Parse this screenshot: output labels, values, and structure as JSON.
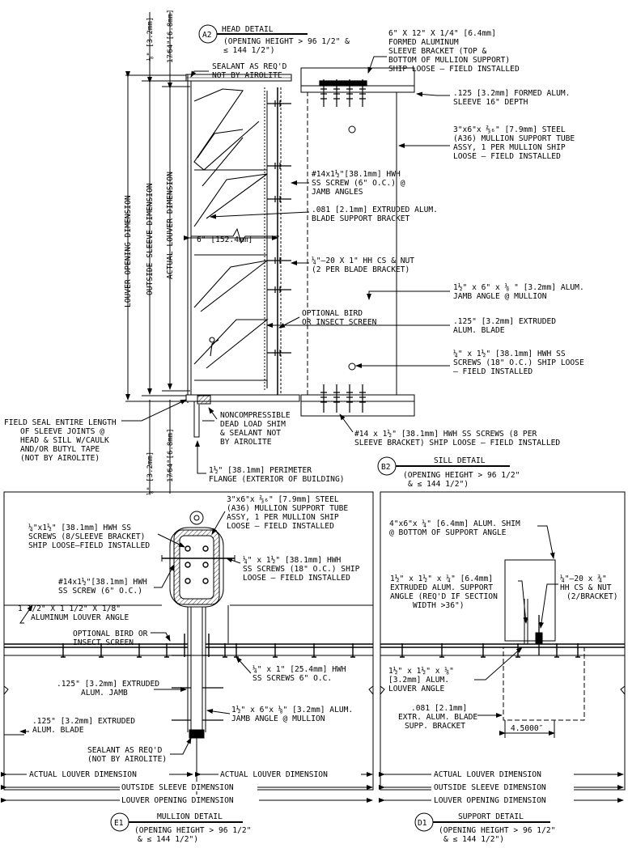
{
  "head_detail": {
    "bubble": "A2",
    "title": "HEAD DETAIL",
    "sub": [
      "(OPENING HEIGHT > 96 1/2\" &",
      "≤ 144 1/2\")"
    ]
  },
  "sill_detail": {
    "bubble": "B2",
    "title": "SILL DETAIL",
    "sub": [
      "(OPENING HEIGHT > 96 1/2\"",
      "& ≤ 144 1/2\")"
    ]
  },
  "mullion_detail": {
    "bubble": "E1",
    "title": "MULLION DETAIL",
    "sub": [
      "(OPENING HEIGHT > 96 1/2\"",
      "& ≤ 144 1/2\")"
    ]
  },
  "support_detail": {
    "bubble": "D1",
    "title": "SUPPORT DETAIL",
    "sub": [
      "(OPENING HEIGHT > 96 1/2\"",
      "& ≤ 144 1/2\")"
    ]
  },
  "vertical_dims": {
    "top_eighth": "⅛\" [3.2mm]",
    "top_17_64": "17⁄64\"[6.8mm]",
    "louver_opening": "LOUVER OPENING DIMENSION",
    "outside_sleeve": "OUTSIDE SLEEVE DIMENSION",
    "actual_louver": "ACTUAL LOUVER DIMENSION",
    "bot_eighth": "⅛\" [3.2mm]",
    "bot_17_64": "17⁄64\"[6.8mm]",
    "six_inch": "6\" [152.4mm]"
  },
  "head_notes": {
    "sleeve_bracket": [
      "6\" X 12\" X 1/4\" [6.4mm]",
      "FORMED ALUMINUM",
      "SLEEVE BRACKET (TOP &",
      "BOTTOM OF MULLION SUPPORT)",
      "SHIP LOOSE – FIELD INSTALLED"
    ],
    "sealant": [
      "SEALANT AS REQ'D",
      "NOT BY AIROLITE"
    ],
    "formed_sleeve": [
      ".125 [3.2mm] FORMED ALUM.",
      "SLEEVE 16\" DEPTH"
    ],
    "support_tube": [
      "3\"x6\"x ⅔₆\" [7.9mm] STEEL",
      "(A36) MULLION SUPPORT TUBE",
      "ASSY, 1 PER MULLION SHIP",
      "LOOSE – FIELD INSTALLED"
    ],
    "hwh_screw": [
      "#14x1½\"[38.1mm] HWH",
      "SS SCREW (6\" O.C.) @",
      "JAMB ANGLES"
    ],
    "blade_bracket": [
      ".081 [2.1mm] EXTRUDED ALUM.",
      "BLADE SUPPORT BRACKET"
    ],
    "hh_cs_nut": [
      "¼\"–20 X 1\" HH CS & NUT",
      "(2 PER BLADE BRACKET)"
    ],
    "jamb_angle": [
      "1½\" x 6\" x ⅛ \" [3.2mm] ALUM.",
      "JAMB ANGLE @ MULLION"
    ],
    "blade": [
      ".125\" [3.2mm] EXTRUDED",
      "ALUM. BLADE"
    ],
    "bird_screen": [
      "OPTIONAL BIRD",
      "OR INSECT SCREEN"
    ],
    "ss_screws": [
      "¼\" x 1½\" [38.1mm] HWH SS",
      "SCREWS (18\" O.C.) SHIP LOOSE",
      "– FIELD INSTALLED"
    ]
  },
  "sill_notes": {
    "field_seal": [
      "FIELD SEAL ENTIRE LENGTH",
      "OF SLEEVE JOINTS @",
      "HEAD & SILL W/CAULK",
      "AND/OR BUTYL TAPE",
      "(NOT BY AIROLITE)"
    ],
    "shim": [
      "NONCOMPRESSIBLE",
      "DEAD LOAD SHIM",
      "& SEALANT NOT",
      "BY AIROLITE"
    ],
    "flange": "1½\" [38.1mm] PERIMETER",
    "flange2": "FLANGE (EXTERIOR OF BUILDING)",
    "sleeve_screws": [
      "#14 x 1½\" [38.1mm] HWH SS SCREWS (8 PER",
      "SLEEVE BRACKET) SHIP LOOSE – FIELD INSTALLED"
    ]
  },
  "mullion_notes": {
    "support_tube": [
      "3\"x6\"x ⅔₆\" [7.9mm] STEEL",
      "(A36) MULLION SUPPORT TUBE",
      "ASSY, 1 PER MULLION SHIP",
      "LOOSE – FIELD INSTALLED"
    ],
    "hwh_ss": [
      "¼\"x1½\" [38.1mm] HWH SS",
      "SCREWS (8/SLEEVE BRACKET)",
      "SHIP LOOSE–FIELD INSTALLED"
    ],
    "hwh_screw": [
      "#14x1½\"[38.1mm] HWH",
      "SS SCREW (6\" O.C.)"
    ],
    "ss_screws": [
      "¼\" x 1½\" [38.1mm] HWH",
      "SS SCREWS (18\" O.C.) SHIP",
      "LOOSE – FIELD INSTALLED"
    ],
    "louver_angle": [
      "1 1/2\" X 1 1/2\" X 1/8\"",
      "ALUMINUM LOUVER ANGLE"
    ],
    "bird": [
      "OPTIONAL BIRD OR",
      "INSECT SCREEN"
    ],
    "jamb": [
      ".125\" [3.2mm] EXTRUDED",
      "ALUM. JAMB"
    ],
    "hwh_1in": [
      "¼\" x 1\" [25.4mm] HWH",
      "SS SCREWS 6\" O.C."
    ],
    "blade": [
      ".125\" [3.2mm] EXTRUDED",
      "ALUM. BLADE"
    ],
    "jamb_angle": [
      "1½\" x 6\"x ⅛\" [3.2mm] ALUM.",
      "JAMB ANGLE @ MULLION"
    ],
    "sealant": [
      "SEALANT AS REQ'D",
      "(NOT BY AIROLITE)"
    ]
  },
  "support_notes": {
    "shim": [
      "4\"x6\"x ¼\" [6.4mm] ALUM. SHIM",
      "@ BOTTOM OF SUPPORT ANGLE"
    ],
    "support_angle": [
      "1½\" x 1½\" x ¼\" [6.4mm]",
      "EXTRUDED ALUM. SUPPORT",
      "ANGLE (REQ'D IF SECTION",
      "WIDTH >36\")"
    ],
    "hh_cs": [
      "¼\"–20 x ¾\"",
      "HH CS & NUT",
      "(2/BRACKET)"
    ],
    "louver_angle": [
      "1½\" x 1½\" x ⅛\"",
      "[3.2mm] ALUM.",
      "LOUVER ANGLE"
    ],
    "blade_bracket": [
      ".081 [2.1mm]",
      "EXTR. ALUM. BLADE",
      "SUPP. BRACKET"
    ],
    "dim": "4.5000″"
  },
  "bottom_dims": {
    "actual_left": "ACTUAL LOUVER DIMENSION",
    "actual_right": "ACTUAL LOUVER DIMENSION",
    "outside_sleeve": "OUTSIDE SLEEVE DIMENSION",
    "louver_opening": "LOUVER OPENING DIMENSION",
    "actual_r": "ACTUAL LOUVER DIMENSION",
    "outside_r": "OUTSIDE SLEEVE DIMENSION",
    "opening_r": "LOUVER OPENING DIMENSION"
  }
}
